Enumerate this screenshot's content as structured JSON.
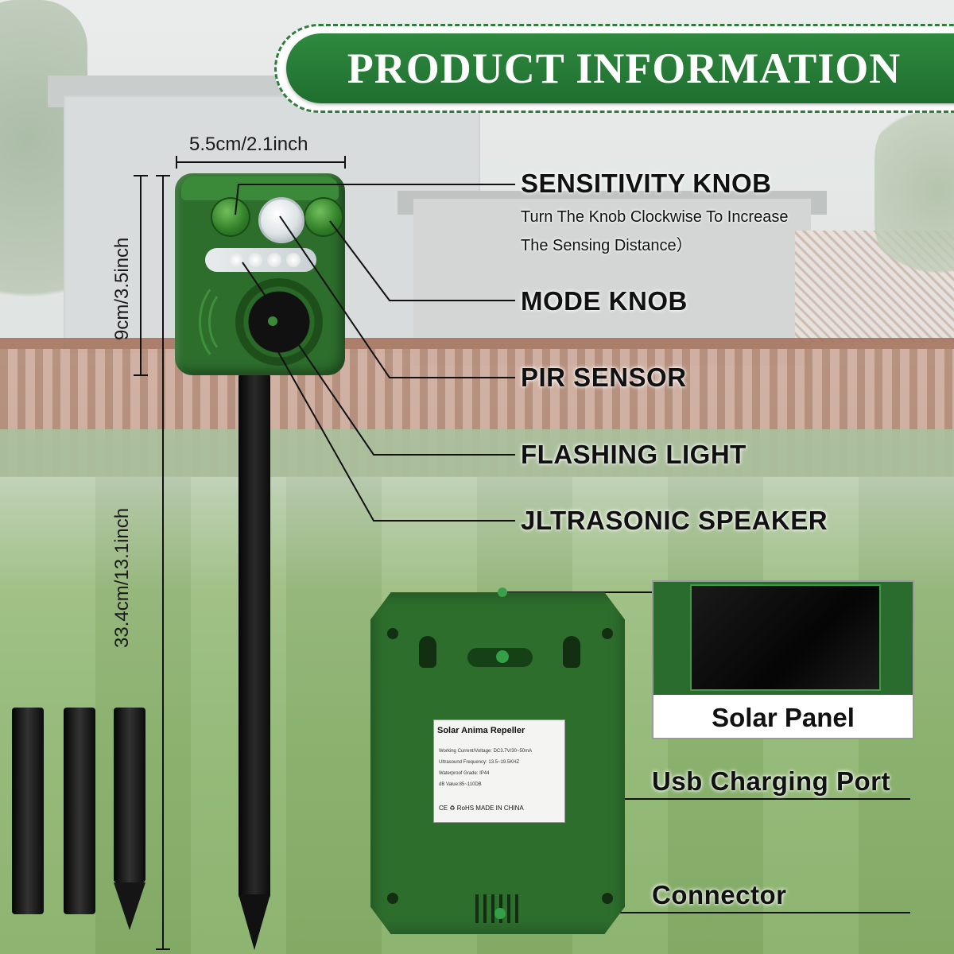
{
  "banner": {
    "title": "PRODUCT INFORMATION"
  },
  "dimensions": {
    "width": "5.5cm/2.1inch",
    "height": "9cm/3.5inch",
    "total_length": "33.4cm/13.1inch"
  },
  "callouts": {
    "sensitivity_knob": {
      "title": "SENSITIVITY KNOB",
      "line1": "Turn The Knob Clockwise To Increase",
      "line2": "The Sensing Distance）"
    },
    "mode_knob": "MODE KNOB",
    "pir_sensor": "PIR SENSOR",
    "flashing_light": "FLASHING LIGHT",
    "ultrasonic_speaker": "JLTRASONIC SPEAKER",
    "solar_panel": "Solar Panel",
    "usb_port": "Usb Charging Port",
    "connector": "Connector"
  },
  "device_label": {
    "title": "Solar Anima  Repeller",
    "lines": [
      "Working Current/Voltage: DC3.7V/30~50mA",
      "Ultrasound Frequency: 13.5~19.5KHZ",
      "Waterproof Grade: IP44",
      "dB Value:85~110DB"
    ],
    "footer": "CE  ♻  RoHS   MADE IN CHINA"
  },
  "colors": {
    "brand_green": "#2f8a3f",
    "device_green": "#2d6e2d",
    "text": "#111111"
  }
}
